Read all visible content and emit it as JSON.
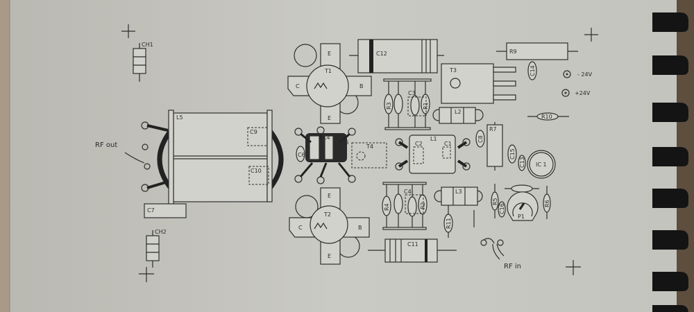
{
  "diagram": {
    "type": "pcb-component-layout",
    "colors": {
      "paper": "#cbcbc5",
      "ink": "#2e2e2e",
      "binding": "#141414"
    },
    "labels": {
      "ch1": "CH1",
      "ch2": "CH2",
      "l5": "L5",
      "c9": "C9",
      "c10": "C10",
      "c7": "C7",
      "rf_out": "RF out",
      "c6": "C6",
      "l4": "L4",
      "c5": "C5",
      "t4": "T4",
      "t1": "T1",
      "t2": "T2",
      "e": "E",
      "c": "C",
      "b": "B",
      "c12": "C12",
      "r3": "R3",
      "c3": "C3",
      "r1": "R1",
      "t3": "T3",
      "l2": "L2",
      "r9": "R9",
      "c14": "C14",
      "minus24v": "- 24V",
      "plus24v": "+24V",
      "r10": "R10",
      "r7": "R7",
      "c8": "C8",
      "l1": "L1",
      "c2": "C2",
      "c1": "C1",
      "c15": "C15",
      "c13": "C13",
      "ic1": "IC 1",
      "r4": "R4",
      "c4": "C4",
      "r2": "R2",
      "l3": "L3",
      "r11": "R11",
      "r5": "R5",
      "c16": "C16",
      "p1": "P1",
      "r6": "R6",
      "c11": "C11",
      "rf_in": "RF in"
    }
  }
}
